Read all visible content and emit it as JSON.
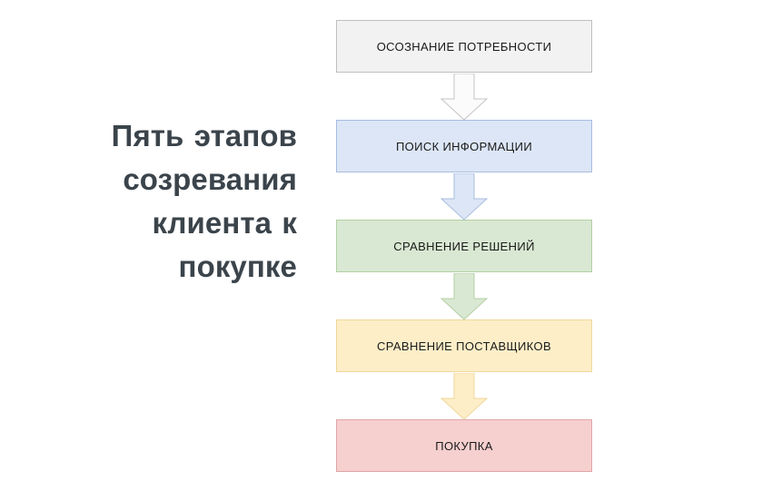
{
  "heading": {
    "text": "Пять этапов созревания клиента к покупке",
    "color": "#3b444b"
  },
  "diagram": {
    "type": "vertical-flowchart",
    "orientation": "top-to-bottom",
    "stage_count": 5,
    "stages": [
      {
        "index": 1,
        "label": "ОСОЗНАНИЕ ПОТРЕБНОСТИ",
        "fill": "#f2f2f2",
        "border": "#bfbfbf",
        "text_color": "#1a1a1a"
      },
      {
        "index": 2,
        "label": "ПОИСК ИНФОРМАЦИИ",
        "fill": "#dce6f6",
        "border": "#a7bddf",
        "text_color": "#1a1a1a"
      },
      {
        "index": 3,
        "label": "СРАВНЕНИЕ РЕШЕНИЙ",
        "fill": "#d9e8d2",
        "border": "#b2d0a4",
        "text_color": "#1a1a1a"
      },
      {
        "index": 4,
        "label": "СРАВНЕНИЕ ПОСТАВЩИКОВ",
        "fill": "#fdeec8",
        "border": "#f0d79a",
        "text_color": "#1a1a1a"
      },
      {
        "index": 5,
        "label": "ПОКУПКА",
        "fill": "#f6cfcf",
        "border": "#e0a6a6",
        "text_color": "#1a1a1a"
      }
    ],
    "connectors": [
      {
        "from": 1,
        "to": 2,
        "shape": "block-arrow-down",
        "fill": "#fbfbfb",
        "border": "#c4c4c4"
      },
      {
        "from": 2,
        "to": 3,
        "shape": "block-arrow-down",
        "fill": "#dce6f6",
        "border": "#a7bddf"
      },
      {
        "from": 3,
        "to": 4,
        "shape": "block-arrow-down",
        "fill": "#d9e8d2",
        "border": "#b2d0a4"
      },
      {
        "from": 4,
        "to": 5,
        "shape": "block-arrow-down",
        "fill": "#fdeec8",
        "border": "#f0d79a"
      }
    ]
  }
}
